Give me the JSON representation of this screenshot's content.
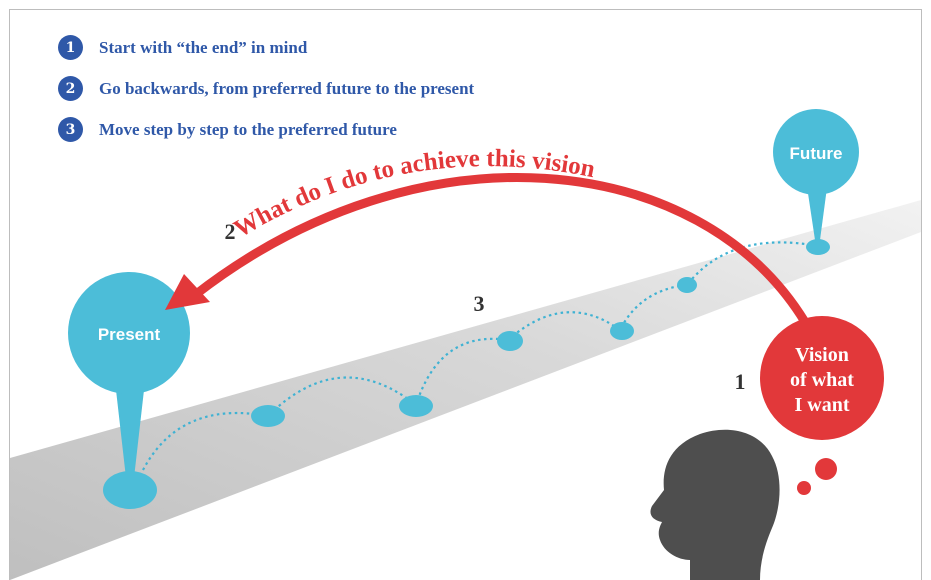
{
  "steps": [
    {
      "number": "1",
      "text": "Start with “the end” in mind"
    },
    {
      "number": "2",
      "text": "Go backwards, from preferred future to the present"
    },
    {
      "number": "3",
      "text": "Move step by step to the preferred future"
    }
  ],
  "diagram": {
    "future_label": "Future",
    "present_label": "Present",
    "arrow_label": "What do I do to achieve this vision",
    "arrow_number": "2",
    "path_number": "3",
    "vision_number": "1",
    "vision_lines": [
      "Vision",
      "of what",
      "I want"
    ]
  },
  "colors": {
    "step_blue": "#2f58a8",
    "pin_cyan": "#4cbdd8",
    "accent_red": "#e2383a",
    "road_gray": "#cfcfcf",
    "head_gray": "#4e4e4e"
  },
  "icons": {
    "head": "thinking-head-silhouette",
    "pins": "location-pin-marker"
  }
}
